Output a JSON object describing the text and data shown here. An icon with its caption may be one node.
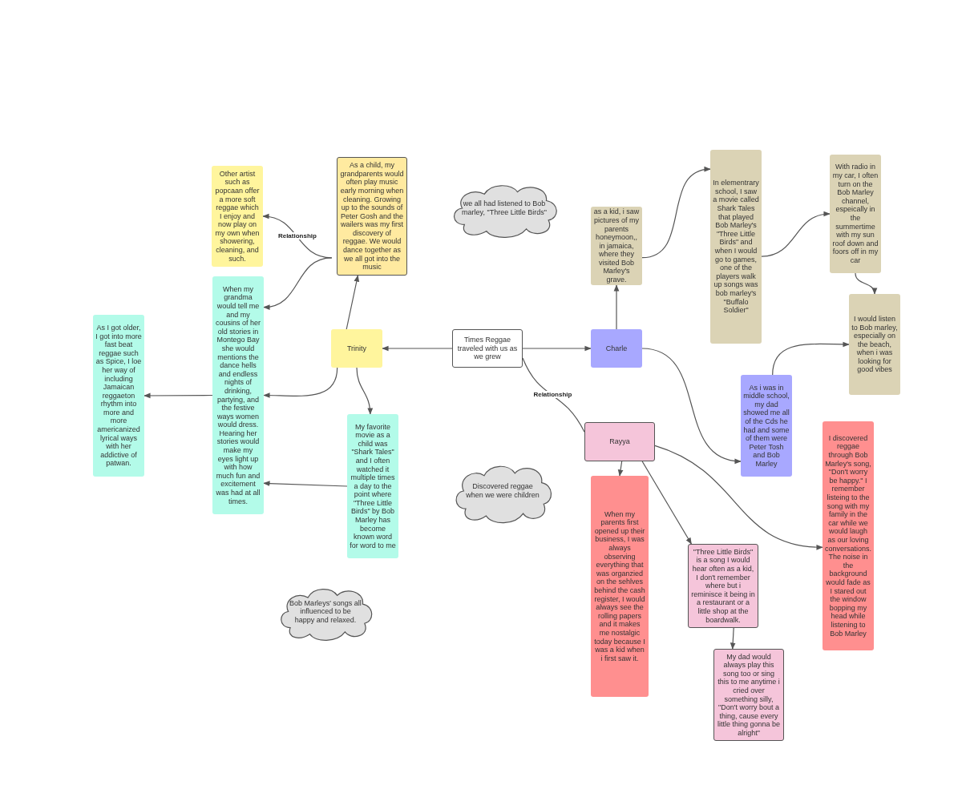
{
  "diagram": {
    "nodes": [
      {
        "text": [
          "Times Reggae traveled with us as we grew"
        ]
      },
      {
        "text": [
          "Trinity"
        ]
      },
      {
        "text": [
          "As a child, my grandparents would often play music early morning when cleaning. Growing up to the sounds of Peter Gosh and the wailers was my first discovery of reggae. We would dance together as we all got into the music"
        ]
      },
      {
        "text": [
          "Other artist such as popcaan offer a more soft reggae which I enjoy and now play on my own when showering, cleaning, and such."
        ]
      },
      {
        "text": [
          "When my grandma would tell me and my cousins of her old stories in Montego Bay she would mentions the dance hells and endless nights of drinking, partying, and the festive ways women would dress. Hearing her stories would make my eyes light up with how much fun and excitement was had at all times."
        ]
      },
      {
        "text": [
          "As I got older, I got into more fast beat reggae such as Spice, I loe her way of including Jamaican reggaeton rhythm into more and more americanized lyrical ways with her addictive of patwan."
        ]
      },
      {
        "text": [
          "My favorite movie as a child was \"Shark Tales\" and I often watched it multiple times a day to the point where \"Three Little Birds\" by Bob Marley has become known word for word to me"
        ]
      },
      {
        "text": [
          "Charle"
        ]
      },
      {
        "text": [
          "as a kid, i saw pictures of my parents honeymoon,, in jamaica, where they visited Bob Marley's grave."
        ]
      },
      {
        "text": [
          "In elementrary school, I saw a movie called Shark Tales that played Bob Marley's \"Three Little Birds\" and when I would go to games, one of the players walk up songs was bob marley's \"Buffalo Soldier\""
        ]
      },
      {
        "text": [
          "With radio in my car, I often turn on the Bob Marley channel, espeically in the summertime with my sun roof down and foors off in my car"
        ]
      },
      {
        "text": [
          "I would listen to Bob marley, especially on the beach, when i was looking for good vibes"
        ]
      },
      {
        "text": [
          "As i was in middle school, my dad showed me all of the Cds he had and some of them were Peter Tosh and Bob Marley"
        ]
      },
      {
        "text": [
          "Rayya"
        ]
      },
      {
        "text": [
          "When my parents first opened up their business, I was always observing everything that was organzied on the sehlves behind the cash register, I would always see the rolling papers and it makes me nostalgic today because I was a kid when i first saw it."
        ]
      },
      {
        "text": [
          "\"Three Little Birds\" is a song I would hear often as a kid, I don't remember where but i reminisce it being in a restaurant or a little shop at the boardwalk."
        ]
      },
      {
        "text": [
          "My dad would always play this song too or sing this to me anytime i cried over something silly, \"Don't worry bout a thing, cause every little thing gonna be alright\""
        ]
      },
      {
        "text": [
          "I discovered reggae through Bob Marley's song, \"Don't worry be happy.\" I remember listeing to the song with my family in the car while we would laugh as our loving conversations. The noise in the background would fade as I stared out the window bopping my head while listening to Bob Marley"
        ]
      },
      {
        "text": [
          "we all had listened to Bob marley, \"Three Little Birds\""
        ]
      },
      {
        "text": [
          "Discovered reggae when we were children"
        ]
      },
      {
        "text": [
          "Bob Marleys' songs all influenced to be happy and relaxed."
        ]
      }
    ],
    "edges": [
      {
        "from": 0,
        "to": 1,
        "arrow": "to"
      },
      {
        "from": 0,
        "to": 7,
        "arrow": "to"
      },
      {
        "from": 0,
        "to": 13,
        "arrow": "none",
        "label": "Relationship"
      },
      {
        "from": 1,
        "to": 2,
        "arrow": "to"
      },
      {
        "from": 1,
        "to": 4,
        "arrow": "to"
      },
      {
        "from": 1,
        "to": 6,
        "arrow": "to"
      },
      {
        "from": 2,
        "to": 3,
        "arrow": "to",
        "label": "Relationship"
      },
      {
        "from": 2,
        "to": 4,
        "arrow": "to"
      },
      {
        "from": 4,
        "to": 5,
        "arrow": "to"
      },
      {
        "from": 6,
        "to": 4,
        "arrow": "to"
      },
      {
        "from": 7,
        "to": 8,
        "arrow": "to"
      },
      {
        "from": 8,
        "to": 9,
        "arrow": "to"
      },
      {
        "from": 9,
        "to": 10,
        "arrow": "to"
      },
      {
        "from": 10,
        "to": 11,
        "arrow": "to"
      },
      {
        "from": 7,
        "to": 12,
        "arrow": "to"
      },
      {
        "from": 12,
        "to": 11,
        "arrow": "to"
      },
      {
        "from": 13,
        "to": 14,
        "arrow": "to"
      },
      {
        "from": 13,
        "to": 15,
        "arrow": "to"
      },
      {
        "from": 13,
        "to": 17,
        "arrow": "to"
      },
      {
        "from": 15,
        "to": 16,
        "arrow": "to"
      }
    ]
  }
}
